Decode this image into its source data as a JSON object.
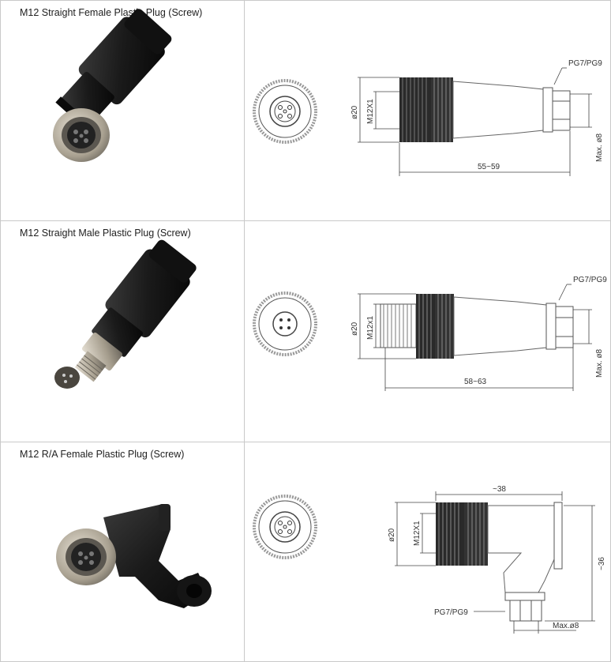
{
  "rows": [
    {
      "title": "M12 Straight Female Plastic Plug (Screw)",
      "thread_label": "PG7/PG9",
      "dia_label": "ø20",
      "thread_size_label": "M12X1",
      "cable_label": "Max. ø8",
      "length_label": "55~59"
    },
    {
      "title": "M12 Straight Male Plastic Plug (Screw)",
      "thread_label": "PG7/PG9",
      "dia_label": "ø20",
      "thread_size_label": "M12x1",
      "cable_label": "Max. ø8",
      "length_label": "58~63"
    },
    {
      "title": "M12 R/A Female Plastic Plug (Screw)",
      "width_label": "~38",
      "dia_label": "ø20",
      "thread_size_label": "M12X1",
      "height_label": "~36",
      "thread_label": "PG7/PG9",
      "cable_label": "Max.ø8"
    }
  ],
  "colors": {
    "border": "#c9c9c9",
    "plastic": "#1c1c1c",
    "metal": "#b8b2a6",
    "line": "#444444"
  },
  "icons": [
    "female-connector-photo",
    "male-connector-photo",
    "right-angle-connector-photo",
    "face-view-icon",
    "side-view-drawing"
  ]
}
